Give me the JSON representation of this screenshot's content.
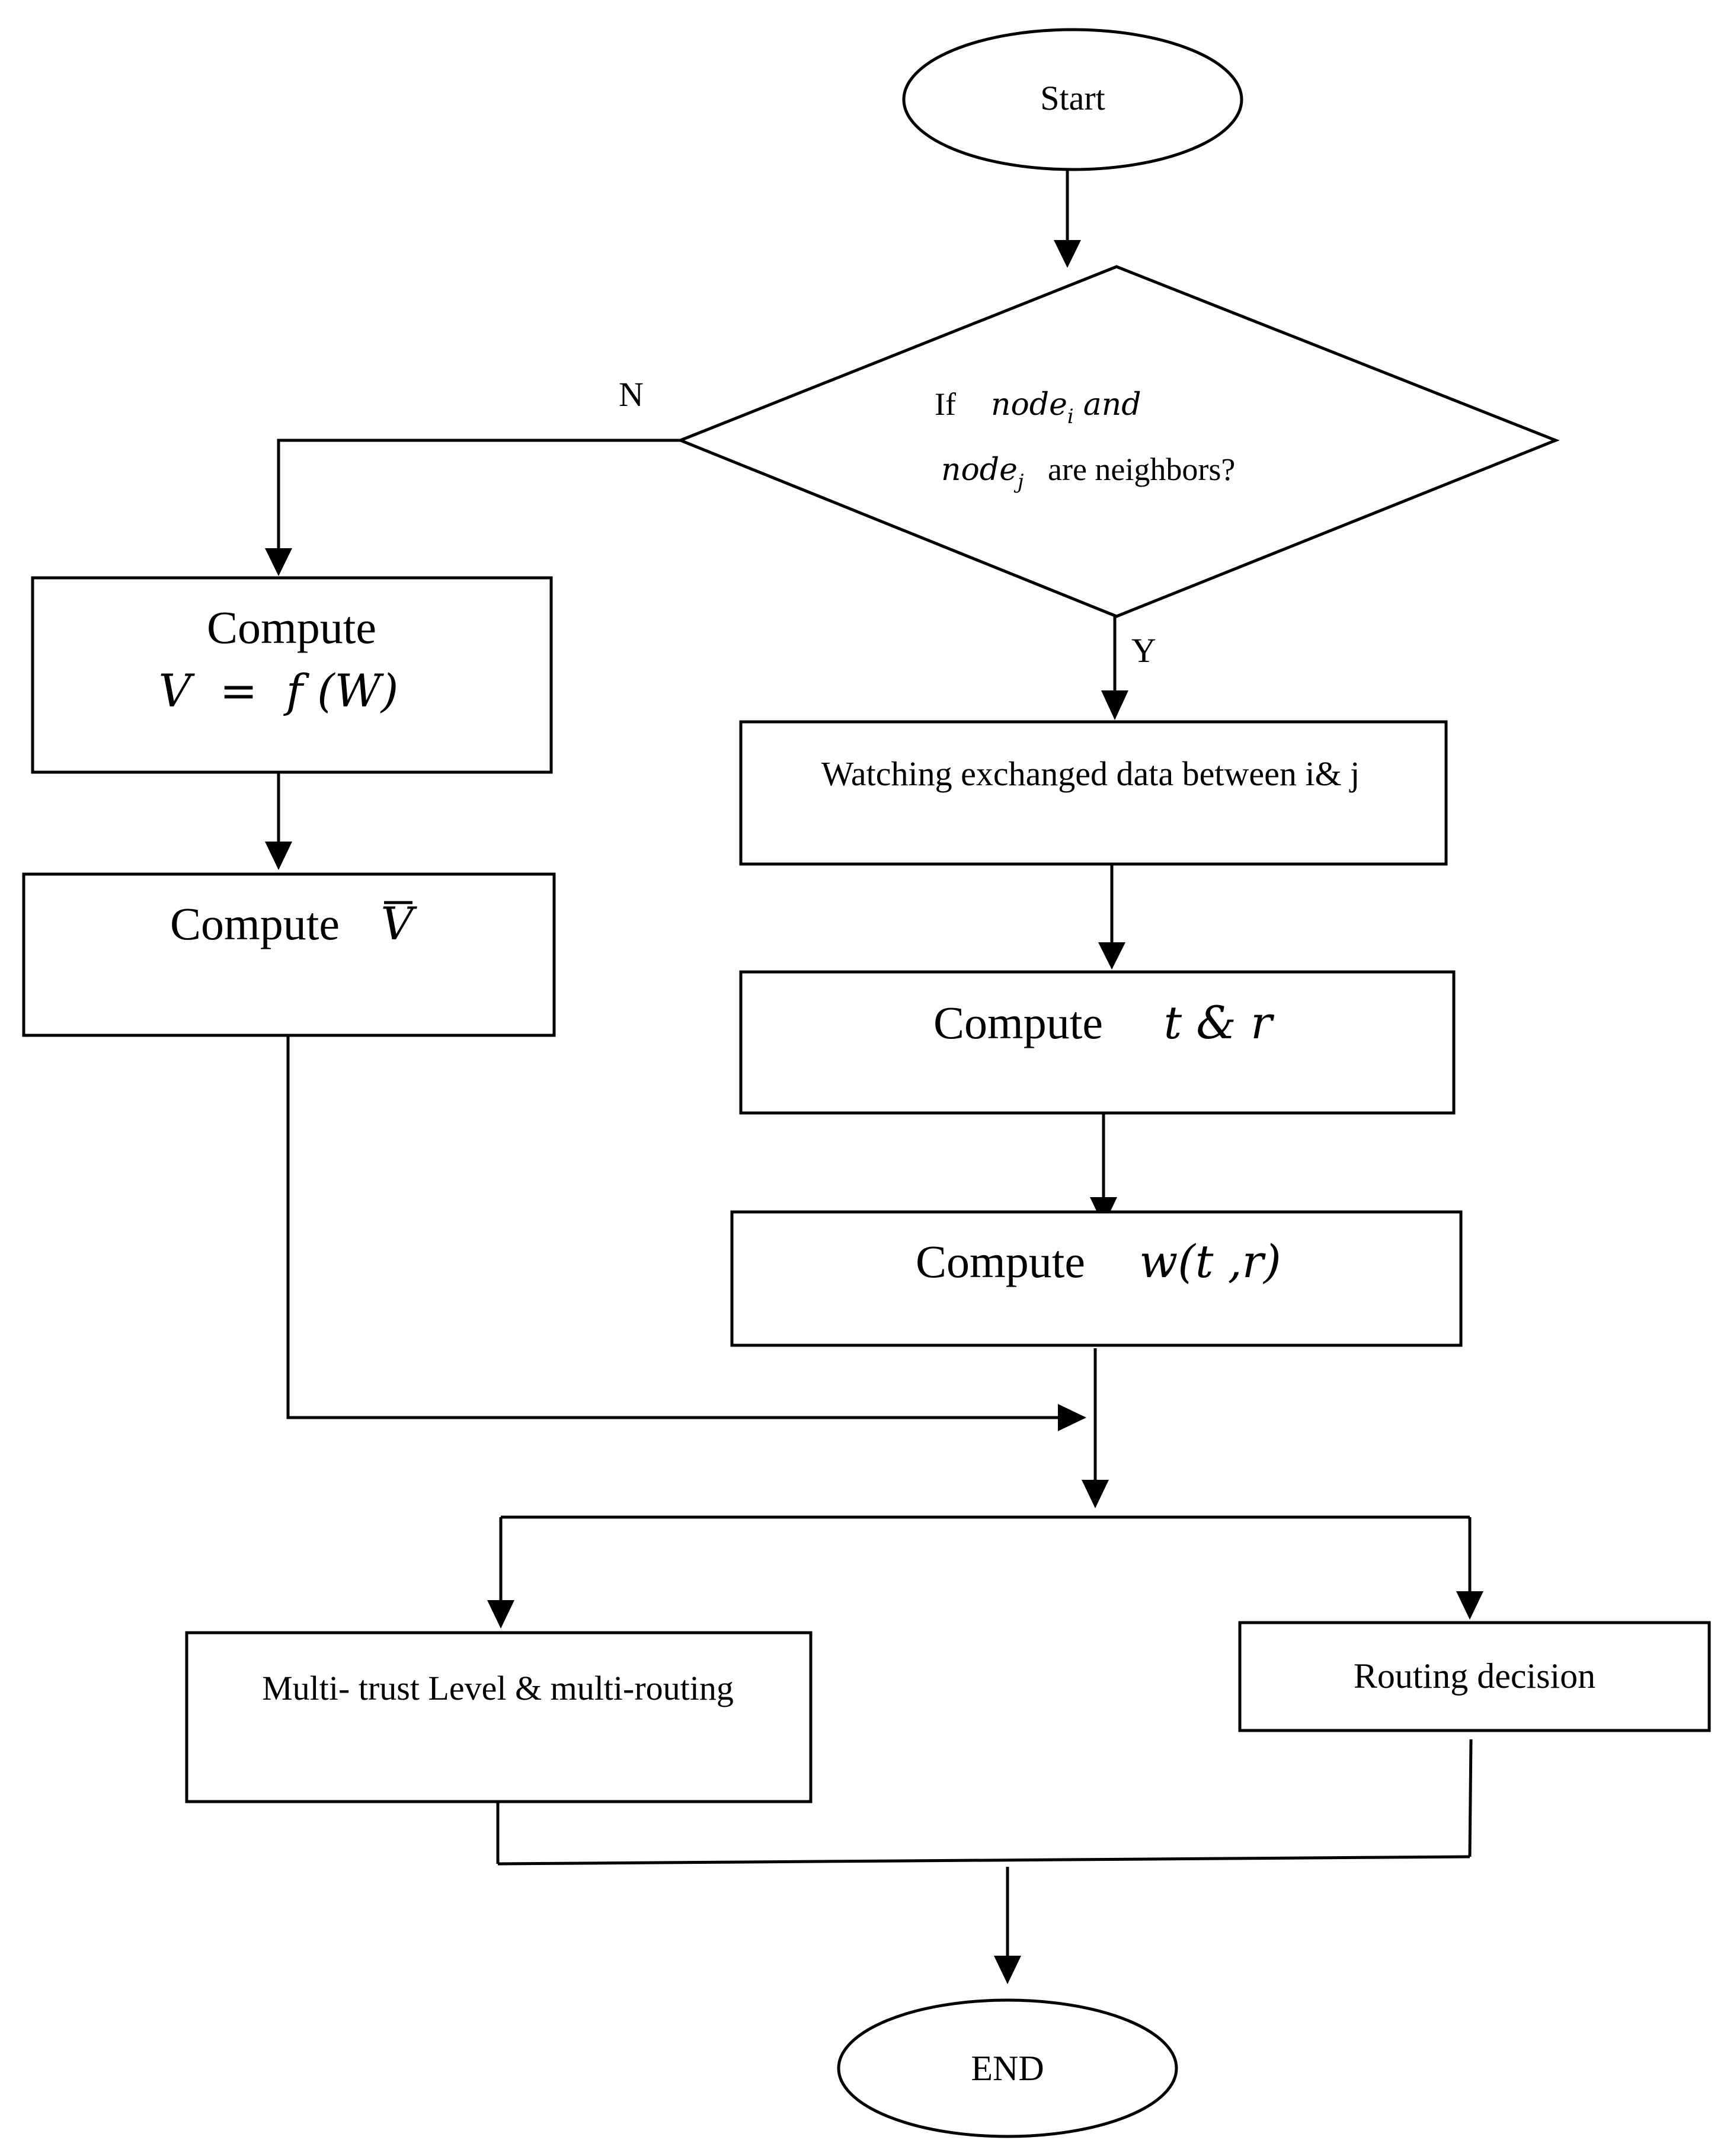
{
  "start": {
    "label": "Start"
  },
  "end": {
    "label": "END"
  },
  "decision": {
    "if_text": "If",
    "node_i": "node",
    "node_i_sub": "i",
    "and_text": "and",
    "node_j": "node",
    "node_j_sub": "j",
    "question": "are neighbors?",
    "no_label": "N",
    "yes_label": "Y"
  },
  "left": {
    "compute_v_label": "Compute",
    "compute_v_formula": "V  =  f (W)",
    "compute_vbar_label": "Compute",
    "compute_vbar_symbol": "V"
  },
  "right": {
    "watch_text": "Watching exchanged data between i& j",
    "compute_tr_label": "Compute",
    "compute_tr_formula": "t & r",
    "compute_w_label": "Compute",
    "compute_w_formula": "w(t ,r)"
  },
  "bottom": {
    "multi_trust_text": "Multi- trust Level & multi-routing",
    "routing_decision_text": "Routing decision"
  }
}
